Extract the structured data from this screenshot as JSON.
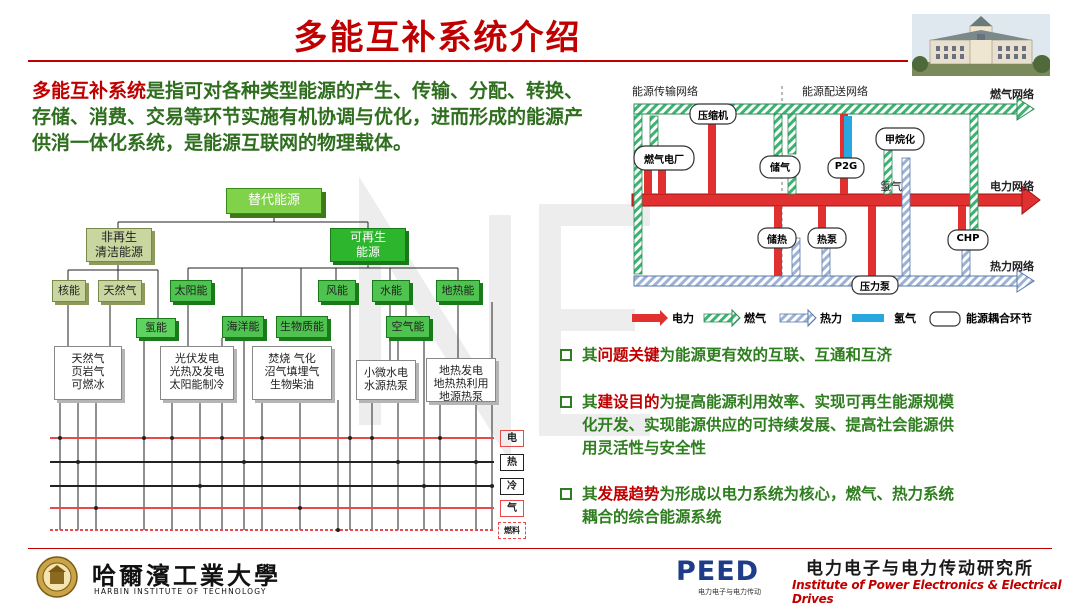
{
  "header": {
    "title": "多能互补系统介绍"
  },
  "intro": {
    "highlight": "多能互补系统",
    "body": "是指可对各种类型能源的产生、传输、分配、转换、存储、消费、交易等环节实施有机协调与优化，进而形成的能源产供消一体化系统，是能源互联网的物理载体。"
  },
  "tree": {
    "root": "替代能源",
    "nonrenewable_line1": "非再生",
    "nonrenewable_line2": "清洁能源",
    "renewable_line1": "可再生",
    "renewable_line2": "能源",
    "nuclear": "核能",
    "natural_gas": "天然气",
    "hydrogen": "氢能",
    "solar": "太阳能",
    "ocean": "海洋能",
    "biomass": "生物质能",
    "wind": "风能",
    "hydro": "水能",
    "geothermal": "地热能",
    "air": "空气能",
    "leaf_gas": [
      "天然气",
      "页岩气",
      "可燃冰"
    ],
    "leaf_solar": [
      "光伏发电",
      "光热及发电",
      "太阳能制冷"
    ],
    "leaf_bio": [
      "焚烧  气化",
      "沼气填埋气",
      "生物柴油"
    ],
    "leaf_hydro": [
      "小微水电",
      "水源热泵"
    ],
    "leaf_geo": [
      "地热发电",
      "地热热利用",
      "地源热泵"
    ],
    "outputs": [
      "电",
      "热",
      "冷",
      "气",
      "燃料"
    ]
  },
  "network": {
    "transmission": "能源传输网络",
    "distribution": "能源配送网络",
    "gas_network": "燃气网络",
    "power_network": "电力网络",
    "heat_network": "热力网络",
    "compressor": "压缩机",
    "gas_plant": "燃气电厂",
    "gas_storage": "储气",
    "p2g": "P2G",
    "methanation": "甲烷化",
    "hydrogen": "氢气",
    "heat_storage": "储热",
    "heat_pump": "热泵",
    "chp": "CHP",
    "pressure_pump": "压力泵",
    "legend": [
      "电力",
      "燃气",
      "热力",
      "氢气",
      "能源耦合环节"
    ],
    "colors": {
      "power": "#e03030",
      "gas": "#3cb371",
      "heat": "#9db3d6",
      "hydrogen": "#29a8e0"
    }
  },
  "bullets": {
    "b1_pre": "其",
    "b1_hl": "问题关键",
    "b1_post": "为能源更有效的互联、互通和互济",
    "b2_pre": "其",
    "b2_hl": "建设目的",
    "b2_l1": "为提高能源利用效率、实现可再生能源规模",
    "b2_l2": "化开发、实现能源供应的可持续发展、提高社会能源供",
    "b2_l3": "用灵活性与安全性",
    "b3_pre": "其",
    "b3_hl": "发展趋势",
    "b3_l1": "为形成以电力系统为核心，燃气、热力系统",
    "b3_l2": "耦合的综合能源系统"
  },
  "footer": {
    "university_cn": "哈爾濱工業大學",
    "university_en": "HARBIN INSTITUTE OF TECHNOLOGY",
    "peed": "PEED",
    "peed_sub": "电力电子与电力传动",
    "institute_cn": "电力电子与电力传动研究所",
    "institute_en": "Institute of Power Electronics & Electrical Drives"
  }
}
